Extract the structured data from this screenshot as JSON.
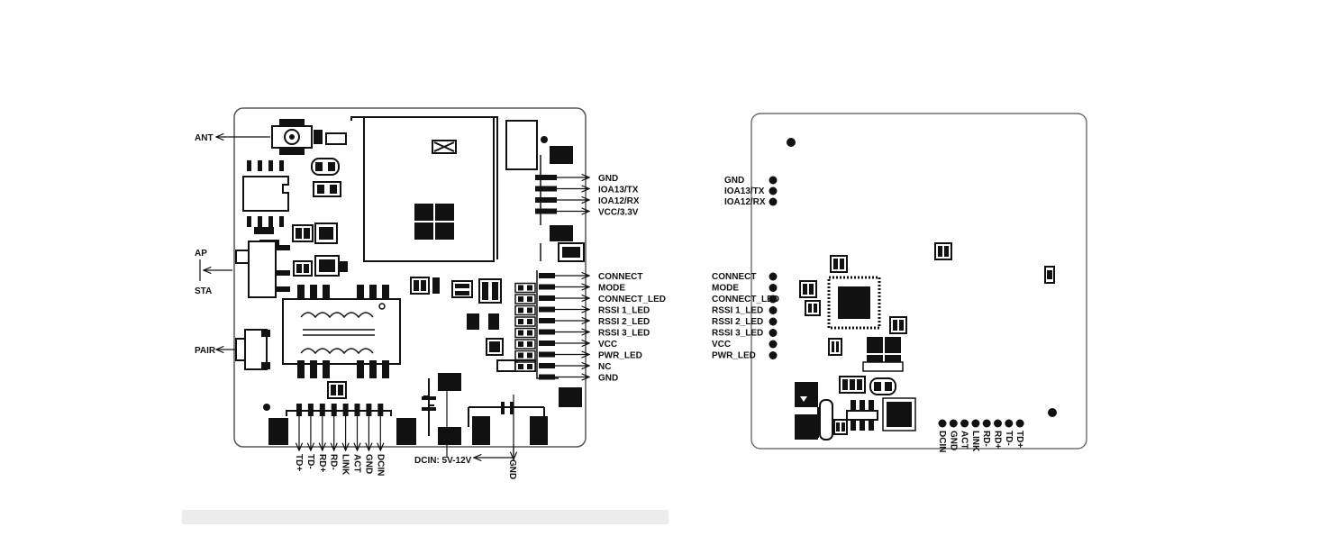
{
  "front_view": {
    "left_labels": {
      "ant": "ANT",
      "ap": "AP",
      "sta": "STA",
      "pair": "PAIR"
    },
    "top_connector": [
      "GND",
      "IOA13/TX",
      "IOA12/RX",
      "VCC/3.3V"
    ],
    "right_connector": [
      "CONNECT",
      "MODE",
      "CONNECT_LED",
      "RSSI 1_LED",
      "RSSI 2_LED",
      "RSSI 3_LED",
      "VCC",
      "PWR_LED",
      "NC",
      "GND"
    ],
    "bottom_pins": [
      "TD+",
      "TD-",
      "RD+",
      "RD-",
      "LINK",
      "ACT",
      "GND",
      "DCIN"
    ],
    "power_labels": {
      "dcin": "DCIN: 5V-12V",
      "gnd": "GND"
    }
  },
  "back_view": {
    "top_pads": [
      "GND",
      "IOA13/TX",
      "IOA12/RX"
    ],
    "left_pads": [
      "CONNECT",
      "MODE",
      "CONNECT_LED",
      "RSSI 1_LED",
      "RSSI 2_LED",
      "RSSI 3_LED",
      "VCC",
      "PWR_LED"
    ],
    "bottom_pins": [
      "DCIN",
      "GND",
      "ACT",
      "LINK",
      "RD-",
      "RD+",
      "TD-",
      "TD+"
    ]
  }
}
